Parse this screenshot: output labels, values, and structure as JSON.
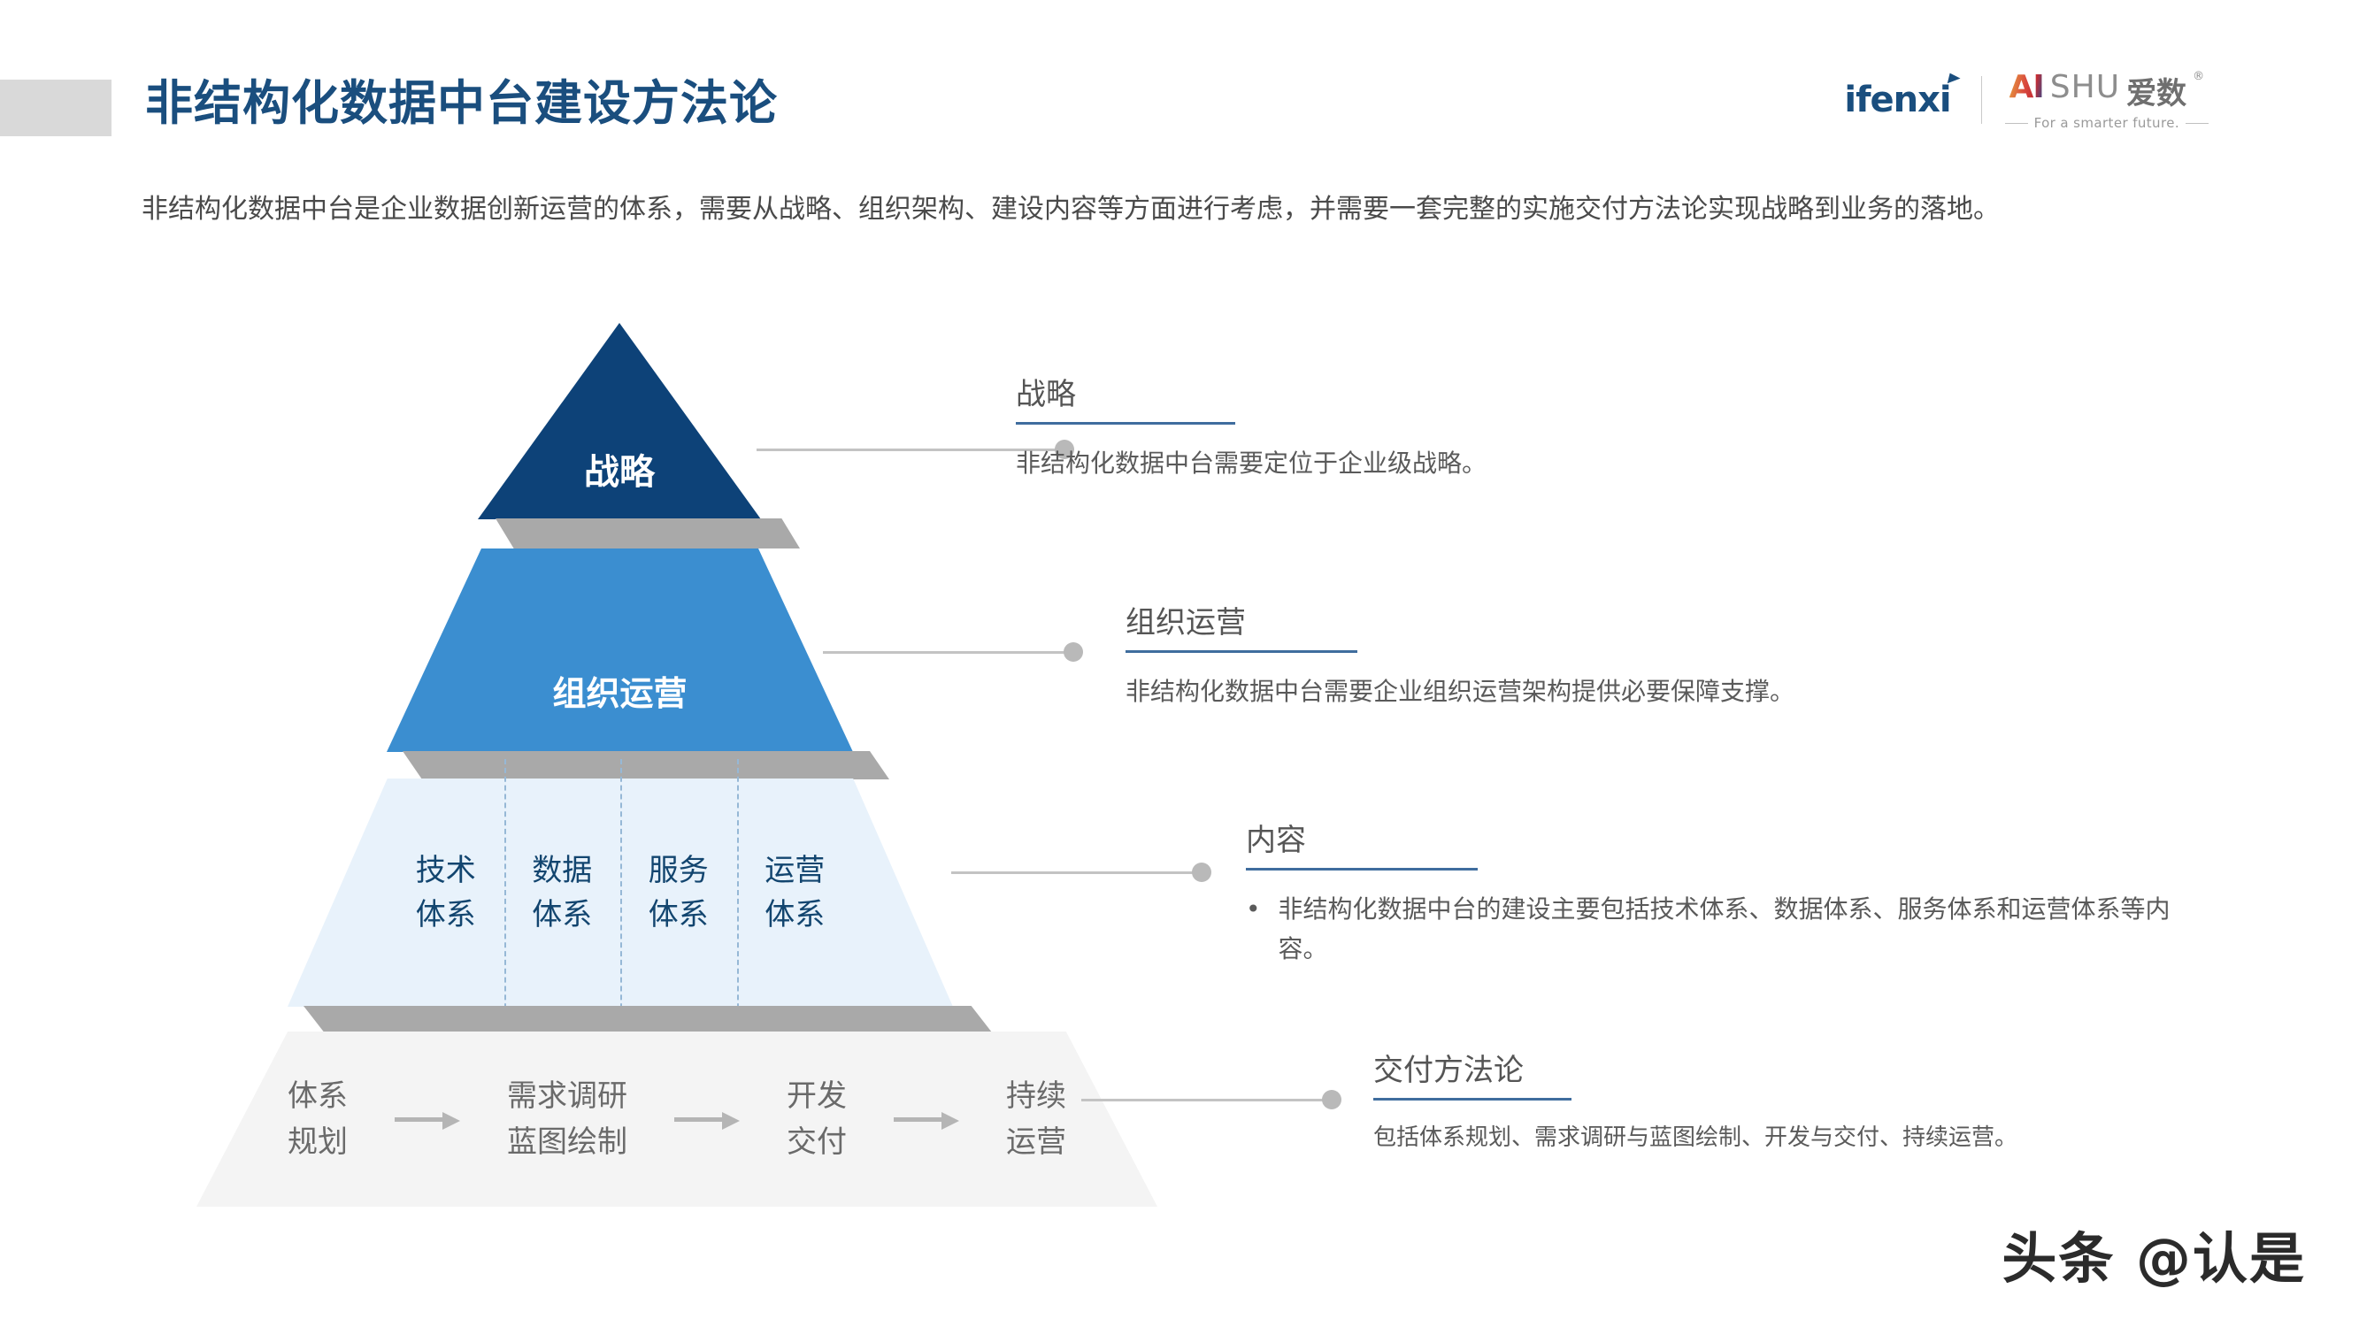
{
  "header": {
    "title": "非结构化数据中台建设方法论",
    "accent_color": "#d9d9d9",
    "title_color": "#1a4e7e"
  },
  "logos": {
    "primary": "ifenxi",
    "secondary_ai": "AI",
    "secondary_shu": "SHU",
    "secondary_cn": "爱数",
    "registered_mark": "®",
    "tagline": "For a smarter future."
  },
  "intro": {
    "paragraph": "非结构化数据中台是企业数据创新运营的体系，需要从战略、组织架构、建设内容等方面进行考虑，并需要一套完整的实施交付方法论实现战略到业务的落地。"
  },
  "pyramid": {
    "tiers": [
      {
        "id": "strategy",
        "label": "战略",
        "color": "#0d4278"
      },
      {
        "id": "organization",
        "label": "组织运营",
        "color": "#3b8ed0"
      },
      {
        "id": "content",
        "color": "#e8f2fb",
        "columns": [
          {
            "line1": "技术",
            "line2": "体系"
          },
          {
            "line1": "数据",
            "line2": "体系"
          },
          {
            "line1": "服务",
            "line2": "体系"
          },
          {
            "line1": "运营",
            "line2": "体系"
          }
        ]
      },
      {
        "id": "delivery",
        "color": "#f4f4f4",
        "steps": [
          {
            "line1": "体系",
            "line2": "规划"
          },
          {
            "line1": "需求调研",
            "line2": "蓝图绘制"
          },
          {
            "line1": "开发",
            "line2": "交付"
          },
          {
            "line1": "持续",
            "line2": "运营"
          }
        ]
      }
    ]
  },
  "annotations": [
    {
      "id": "strategy",
      "title": "战略",
      "body": "非结构化数据中台需要定位于企业级战略。",
      "bullet": ""
    },
    {
      "id": "organization",
      "title": "组织运营",
      "body": "非结构化数据中台需要企业组织运营架构提供必要保障支撑。",
      "bullet": ""
    },
    {
      "id": "content",
      "title": "内容",
      "body": "非结构化数据中台的建设主要包括技术体系、数据体系、服务体系和运营体系等内容。",
      "bullet": "•"
    },
    {
      "id": "delivery",
      "title": "交付方法论",
      "body": "包括体系规划、需求调研与蓝图绘制、开发与交付、持续运营。",
      "bullet": ""
    }
  ],
  "watermark": {
    "text": "头条 @认是"
  }
}
